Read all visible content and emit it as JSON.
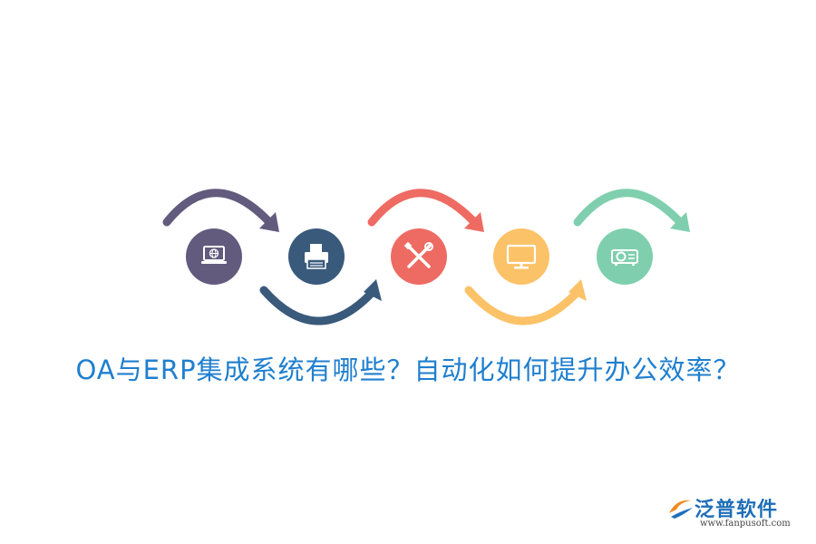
{
  "title": "OA与ERP集成系统有哪些？自动化如何提升办公效率？",
  "steps": [
    {
      "icon": "laptop-globe-icon",
      "color": "#625b7e",
      "arrow": "over"
    },
    {
      "icon": "printer-icon",
      "color": "#3a5a7c",
      "arrow": "under"
    },
    {
      "icon": "tools-icon",
      "color": "#ee6b63",
      "arrow": "over"
    },
    {
      "icon": "monitor-icon",
      "color": "#fbc267",
      "arrow": "under"
    },
    {
      "icon": "projector-icon",
      "color": "#7fcfae",
      "arrow": "over"
    }
  ],
  "logo": {
    "name": "泛普软件",
    "url": "www.fanpusoft.com",
    "color": "#1f6fb8"
  }
}
